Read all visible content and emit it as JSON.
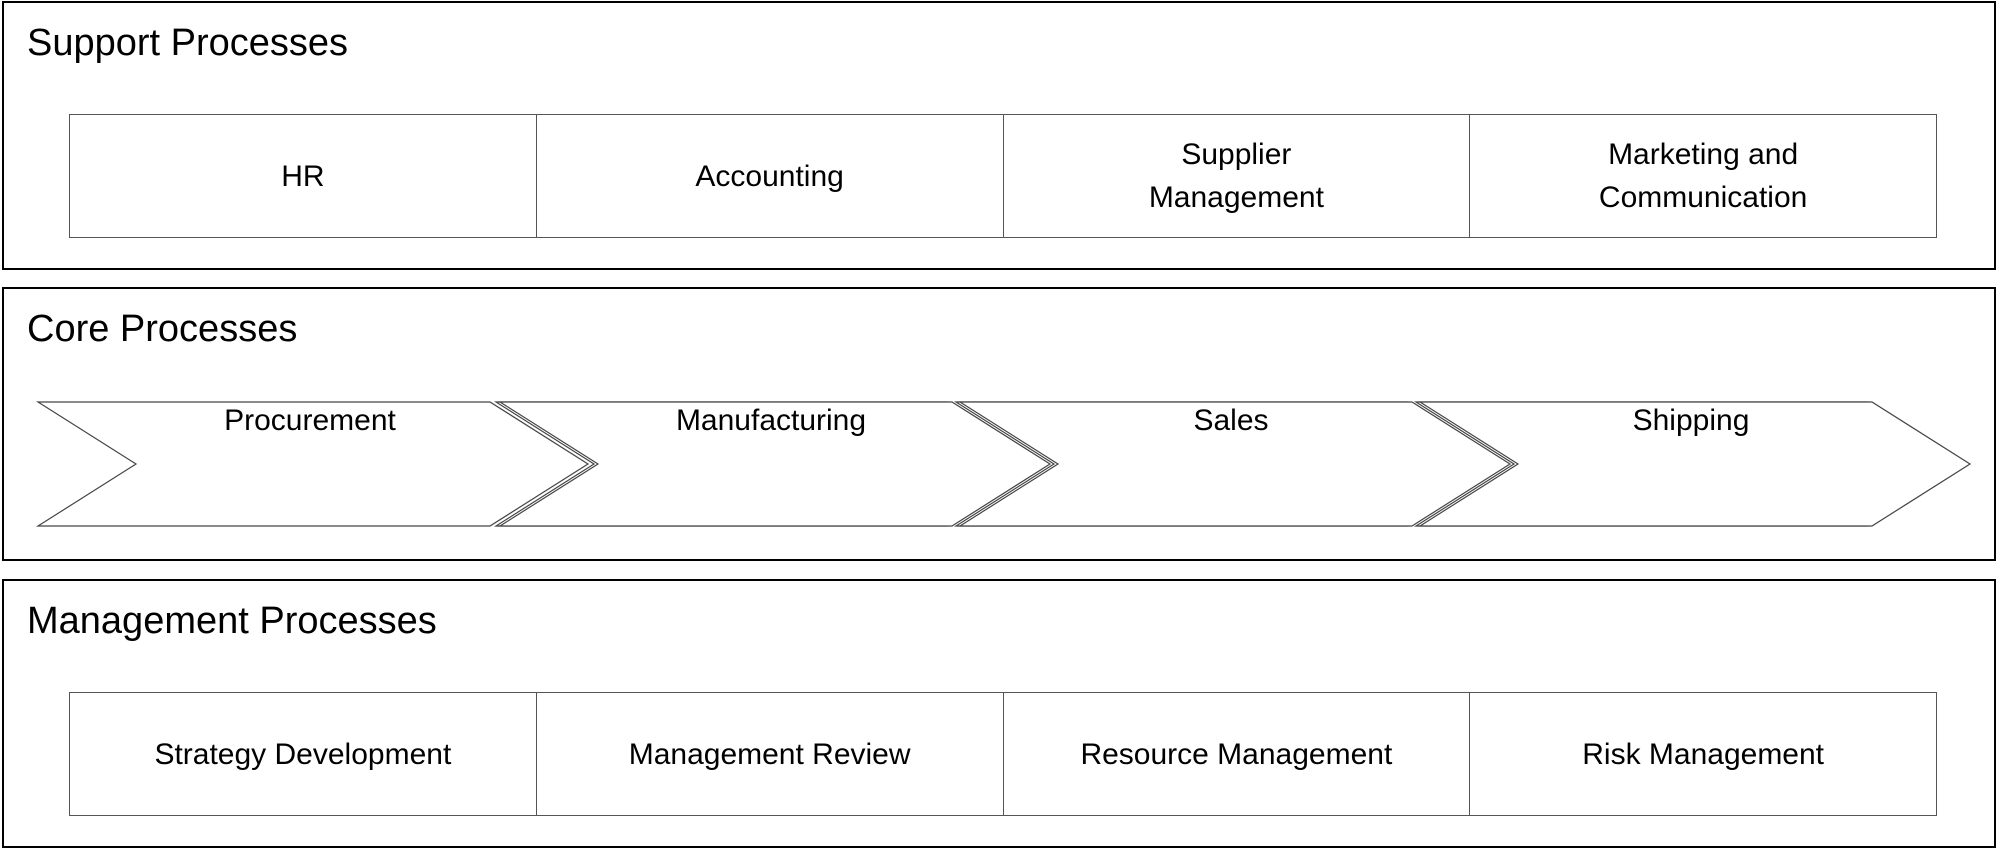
{
  "support": {
    "title": "Support Processes",
    "items": [
      "HR",
      "Accounting",
      "Supplier Management",
      "Marketing and Communication"
    ]
  },
  "core": {
    "title": "Core Processes",
    "items": [
      "Procurement",
      "Manufacturing",
      "Sales",
      "Shipping"
    ]
  },
  "management": {
    "title": "Management Processes",
    "items": [
      "Strategy Development",
      "Management Review",
      "Resource Management",
      "Risk Management"
    ]
  }
}
